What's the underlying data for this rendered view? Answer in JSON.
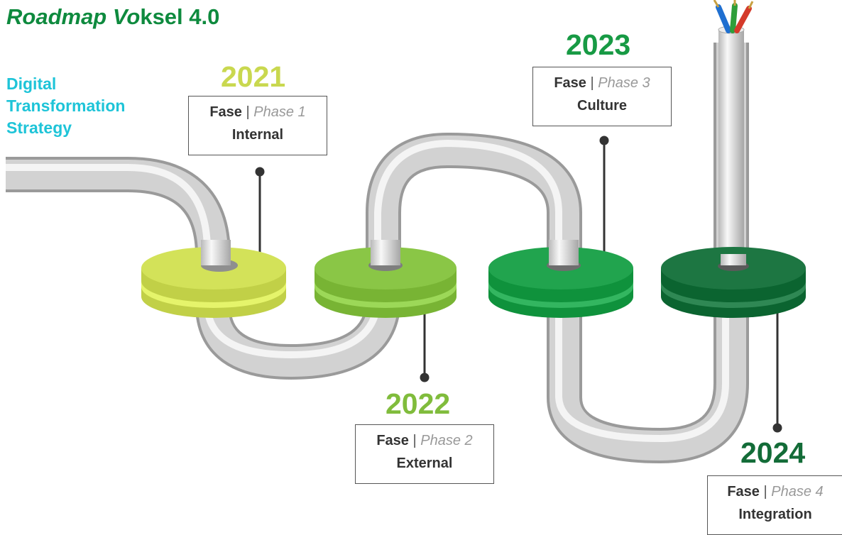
{
  "title": {
    "italic": "Roadmap Vo",
    "regular": "ksel 4.0"
  },
  "strategy": {
    "lines": [
      "Digital",
      "Transformation",
      "Strategy"
    ]
  },
  "phases": [
    {
      "year": "2021",
      "fase": "Fase",
      "separator": "|",
      "phase": "Phase 1",
      "name": "Internal",
      "color": "#c9d84f"
    },
    {
      "year": "2022",
      "fase": "Fase",
      "separator": "|",
      "phase": "Phase 2",
      "name": "External",
      "color": "#80bc3c"
    },
    {
      "year": "2023",
      "fase": "Fase",
      "separator": "|",
      "phase": "Phase 3",
      "name": "Culture",
      "color": "#179a44"
    },
    {
      "year": "2024",
      "fase": "Fase",
      "separator": "|",
      "phase": "Phase 4",
      "name": "Integration",
      "color": "#136c38"
    }
  ],
  "colors": {
    "title": "#0e8a3e",
    "strategy": "#1ec4d8",
    "pipe": "#d4d4d4",
    "wires": [
      "#1f6fd0",
      "#2e9e3a",
      "#d43a2a"
    ]
  },
  "icons": {
    "connector": "pipe-bend",
    "cable": "cable-with-wires"
  }
}
